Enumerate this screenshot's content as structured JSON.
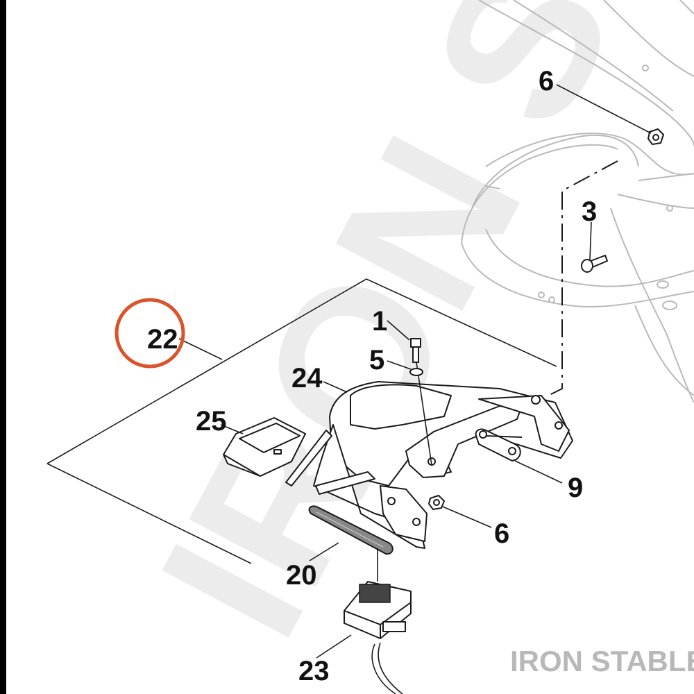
{
  "watermark": "IRON STABLE",
  "brand": "IRON STABLE",
  "highlight_color": "#d9542b",
  "callouts": {
    "c1": "1",
    "c3": "3",
    "c5": "5",
    "c6_top": "6",
    "c6_bottom": "6",
    "c9": "9",
    "c20": "20",
    "c22": "22",
    "c23": "23",
    "c24": "24",
    "c25": "25"
  },
  "highlighted_callout": "22"
}
